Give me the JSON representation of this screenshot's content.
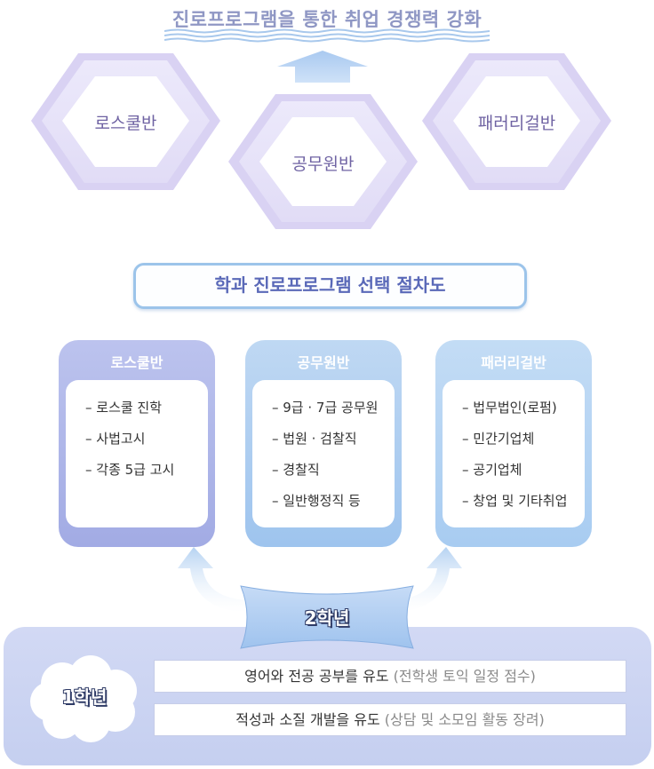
{
  "header": {
    "title": "진로프로그램을 통한 취업 경쟁력 강화"
  },
  "hexagons": [
    {
      "label": "로스쿨반"
    },
    {
      "label": "공무원반"
    },
    {
      "label": "패러리걸반"
    }
  ],
  "procedure_title": "학과 진로프로그램 선택 절차도",
  "cards": [
    {
      "title": "로스쿨반",
      "items": [
        "– 로스쿨 진학",
        "– 사법고시",
        "– 각종 5급 고시"
      ]
    },
    {
      "title": "공무원반",
      "items": [
        "– 9급 · 7급 공무원",
        "– 법원 · 검찰직",
        "– 경찰직",
        "– 일반행정직 등"
      ]
    },
    {
      "title": "패러리걸반",
      "items": [
        "– 법무법인(로펌)",
        "– 민간기업체",
        "– 공기업체",
        "– 창업 및 기타취업"
      ]
    }
  ],
  "grade2": {
    "label": "2학년"
  },
  "grade1": {
    "label": "1학년",
    "rows": [
      {
        "main": "영어와 전공 공부를 유도",
        "note": "(전학생 토익 일정 점수)"
      },
      {
        "main": "적성과 소질 개발을 유도",
        "note": "(상담 및 소모임 활동 장려)"
      }
    ]
  },
  "colors": {
    "hex_fill": "#e6e2f8",
    "hex_border": "#cfc6ee",
    "accent_blue": "#9cc4ea",
    "title_text": "#8f97c4"
  }
}
